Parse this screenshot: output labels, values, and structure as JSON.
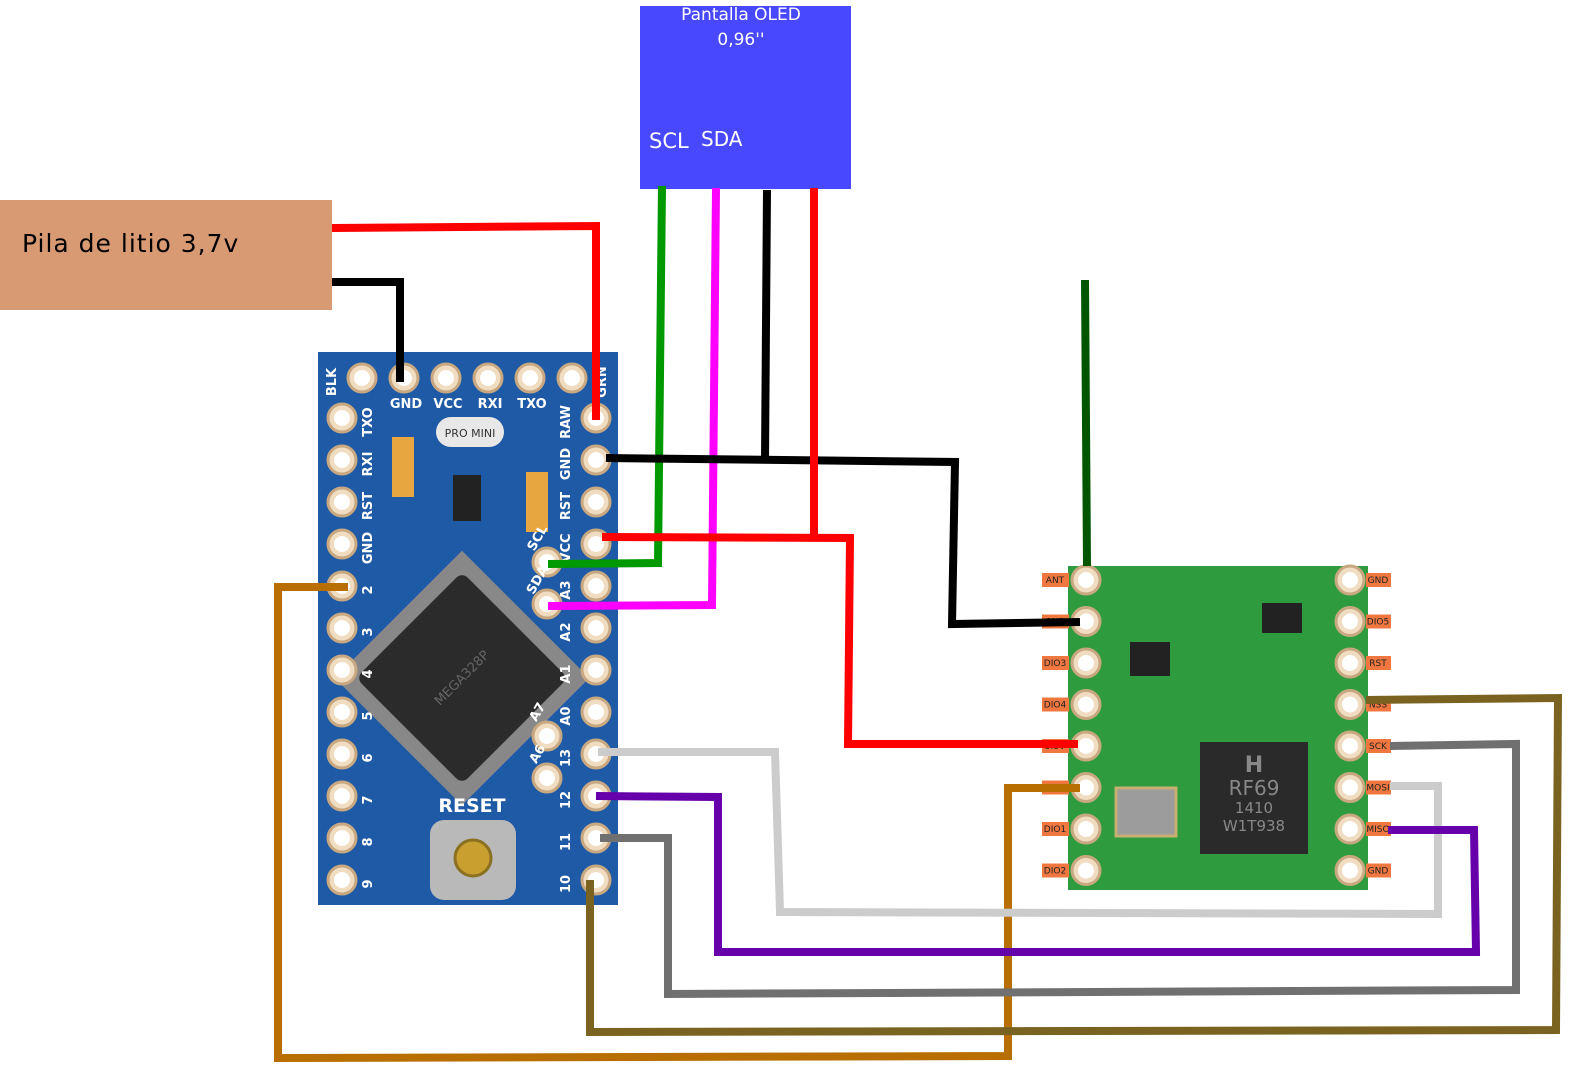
{
  "battery": {
    "label": "Pila de litio 3,7v",
    "color": "#D89A72"
  },
  "oled": {
    "title_line1": "Pantalla OLED",
    "title_line2": "0,96''",
    "pin_scl": "SCL",
    "pin_sda": "SDA",
    "color": "#4848FF"
  },
  "pro_mini": {
    "board_label": "PRO MINI",
    "reset_label": "RESET",
    "chip_text": "MEGA328P",
    "top_pins": [
      "BLK",
      "GND",
      "VCC",
      "RXI",
      "TXO",
      "GRN"
    ],
    "left_pins": [
      "TXO",
      "RXI",
      "RST",
      "GND",
      "2",
      "3",
      "4",
      "5",
      "6",
      "7",
      "8",
      "9"
    ],
    "right_pins": [
      "RAW",
      "GND",
      "RST",
      "VCC",
      "A3",
      "A2",
      "A1",
      "A0",
      "13",
      "12",
      "11",
      "10"
    ],
    "inner_pins": [
      "SCL",
      "SDA",
      "A7",
      "A6"
    ],
    "color": "#1F5AA6"
  },
  "rfm69": {
    "chip_text": [
      "H",
      "RF69",
      "1410",
      "W1T938"
    ],
    "left_pins": [
      "ANT",
      "GND",
      "DIO3",
      "DIO4",
      "3.3V",
      "DIO0",
      "DIO1",
      "DIO2"
    ],
    "right_pins": [
      "GND",
      "DIO5",
      "RST",
      "NSS",
      "SCK",
      "MOSI",
      "MISO",
      "GND"
    ],
    "color": "#2E9B3E"
  },
  "wire_colors": {
    "red": "#FF0000",
    "black": "#000000",
    "green": "#009900",
    "magenta": "#FF00FF",
    "antenna": "#005500",
    "brown": "#B86E00",
    "light_grey": "#CCCCCC",
    "purple": "#6600AA",
    "grey": "#707070",
    "olive": "#7A6320"
  }
}
